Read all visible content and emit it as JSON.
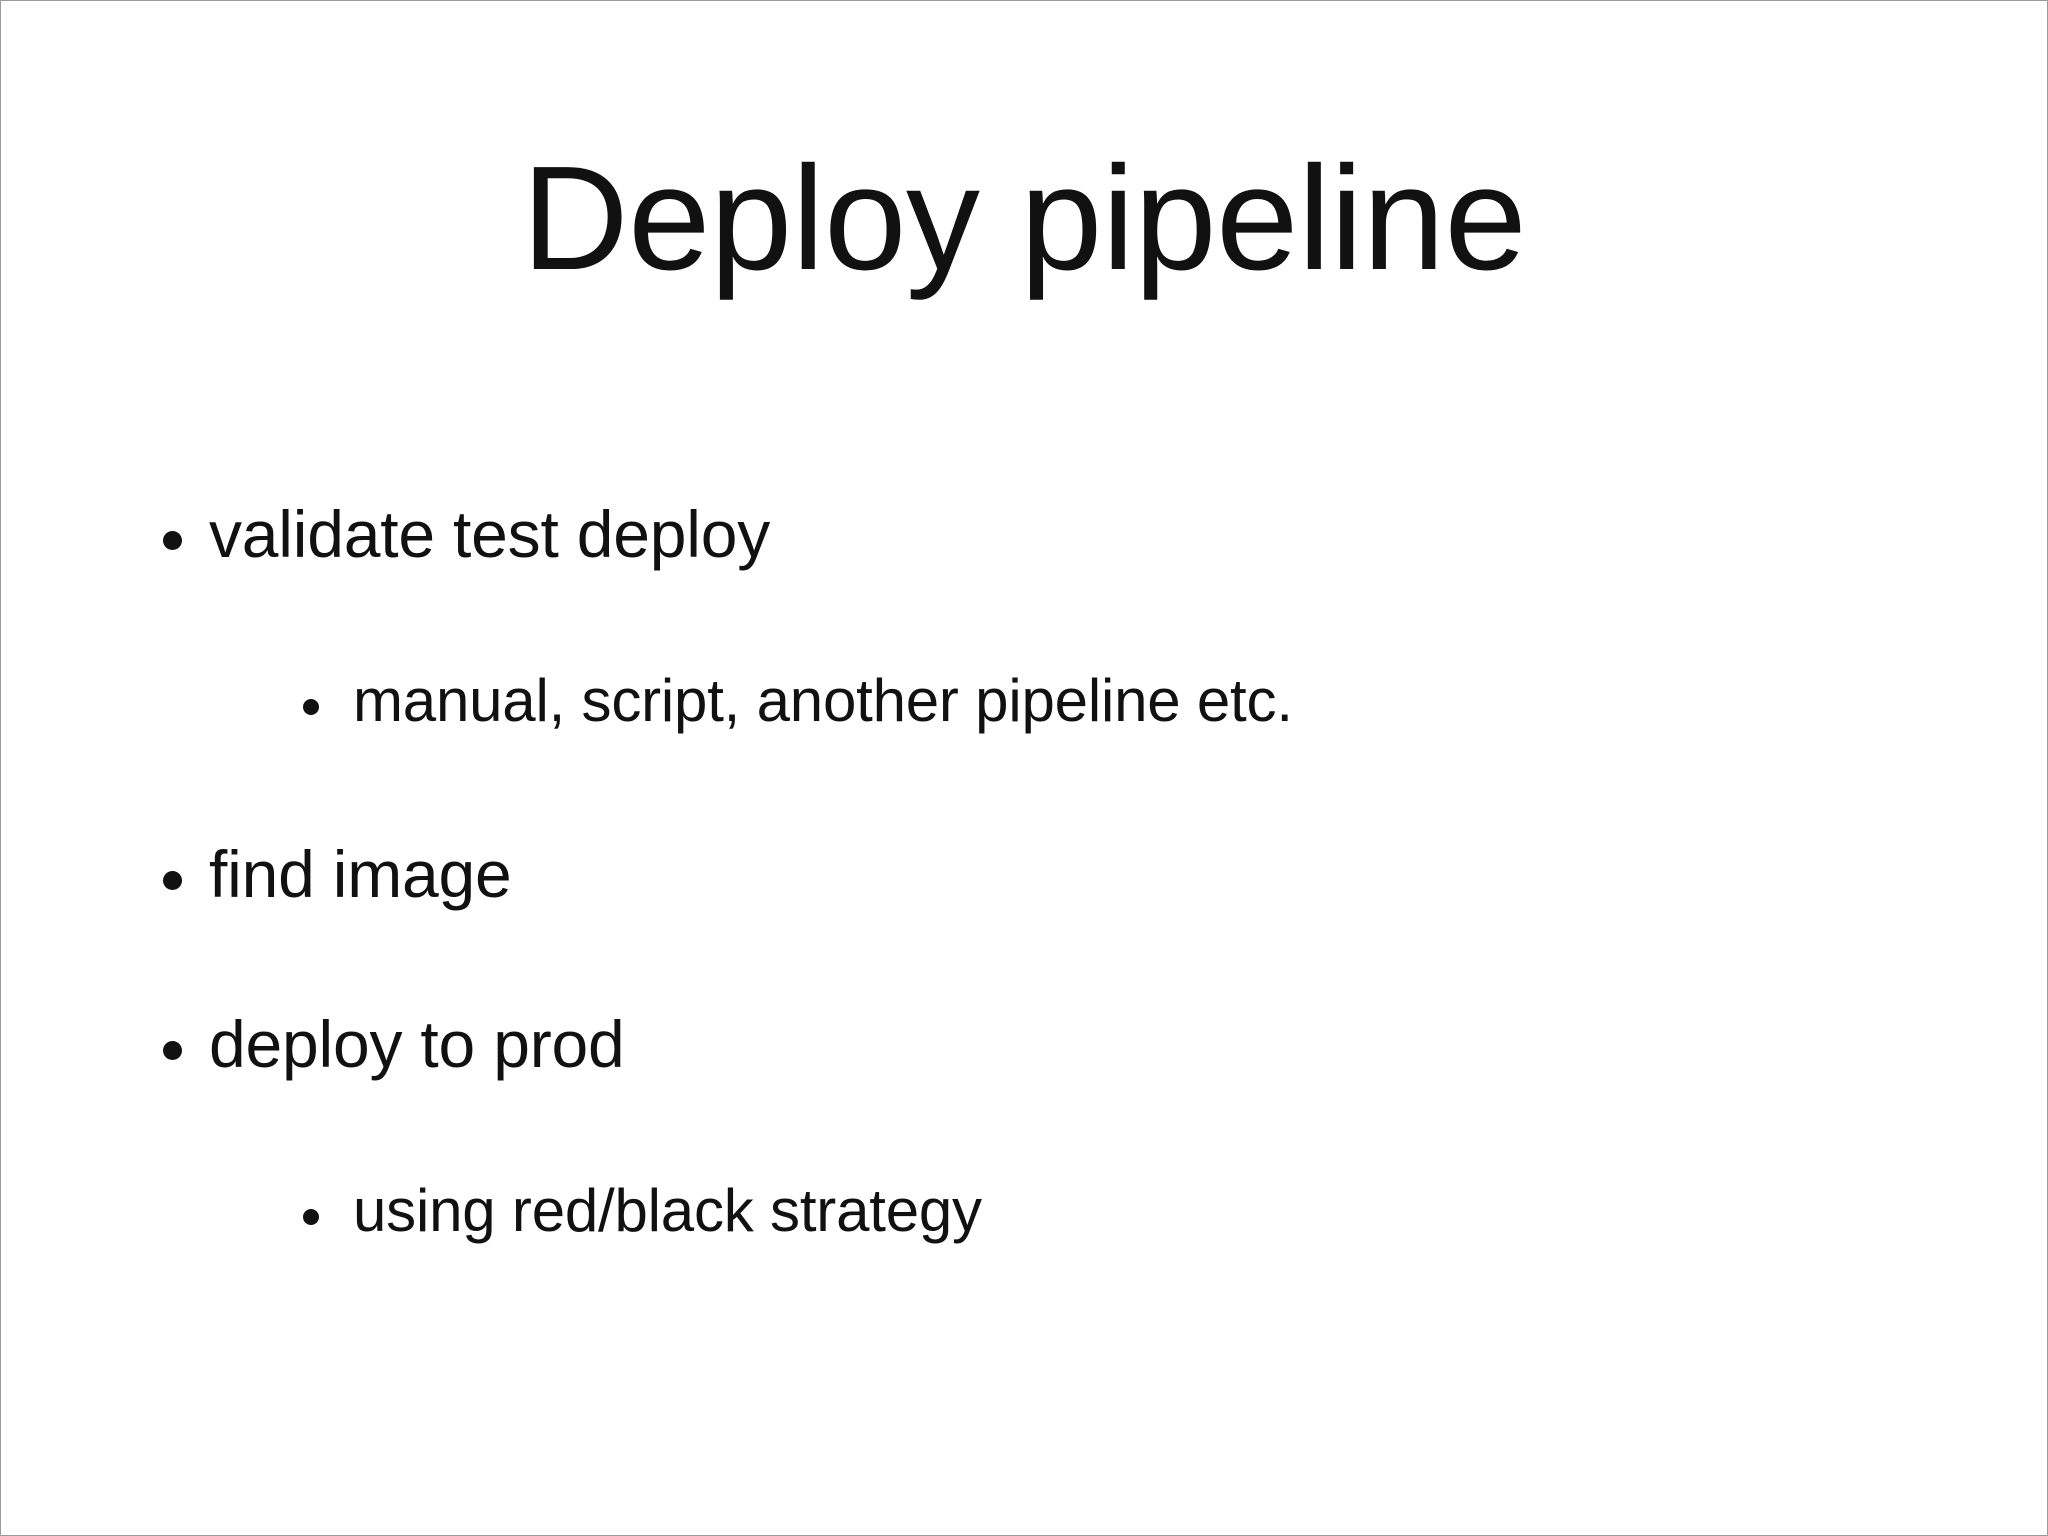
{
  "slide": {
    "title": "Deploy pipeline",
    "background_color": "#ffffff",
    "text_color": "#111111",
    "border_color": "#9a9a9a",
    "bullets": [
      {
        "level": 1,
        "text": "validate test deploy",
        "marker": "bullet-dot"
      },
      {
        "level": 2,
        "text": "manual, script, another pipeline etc.",
        "marker": "bullet-dot"
      },
      {
        "level": 1,
        "text": "find image",
        "marker": "bullet-dot"
      },
      {
        "level": 1,
        "text": "deploy to prod",
        "marker": "bullet-dot"
      },
      {
        "level": 2,
        "text": "using red/black strategy",
        "marker": "bullet-dot"
      }
    ]
  }
}
